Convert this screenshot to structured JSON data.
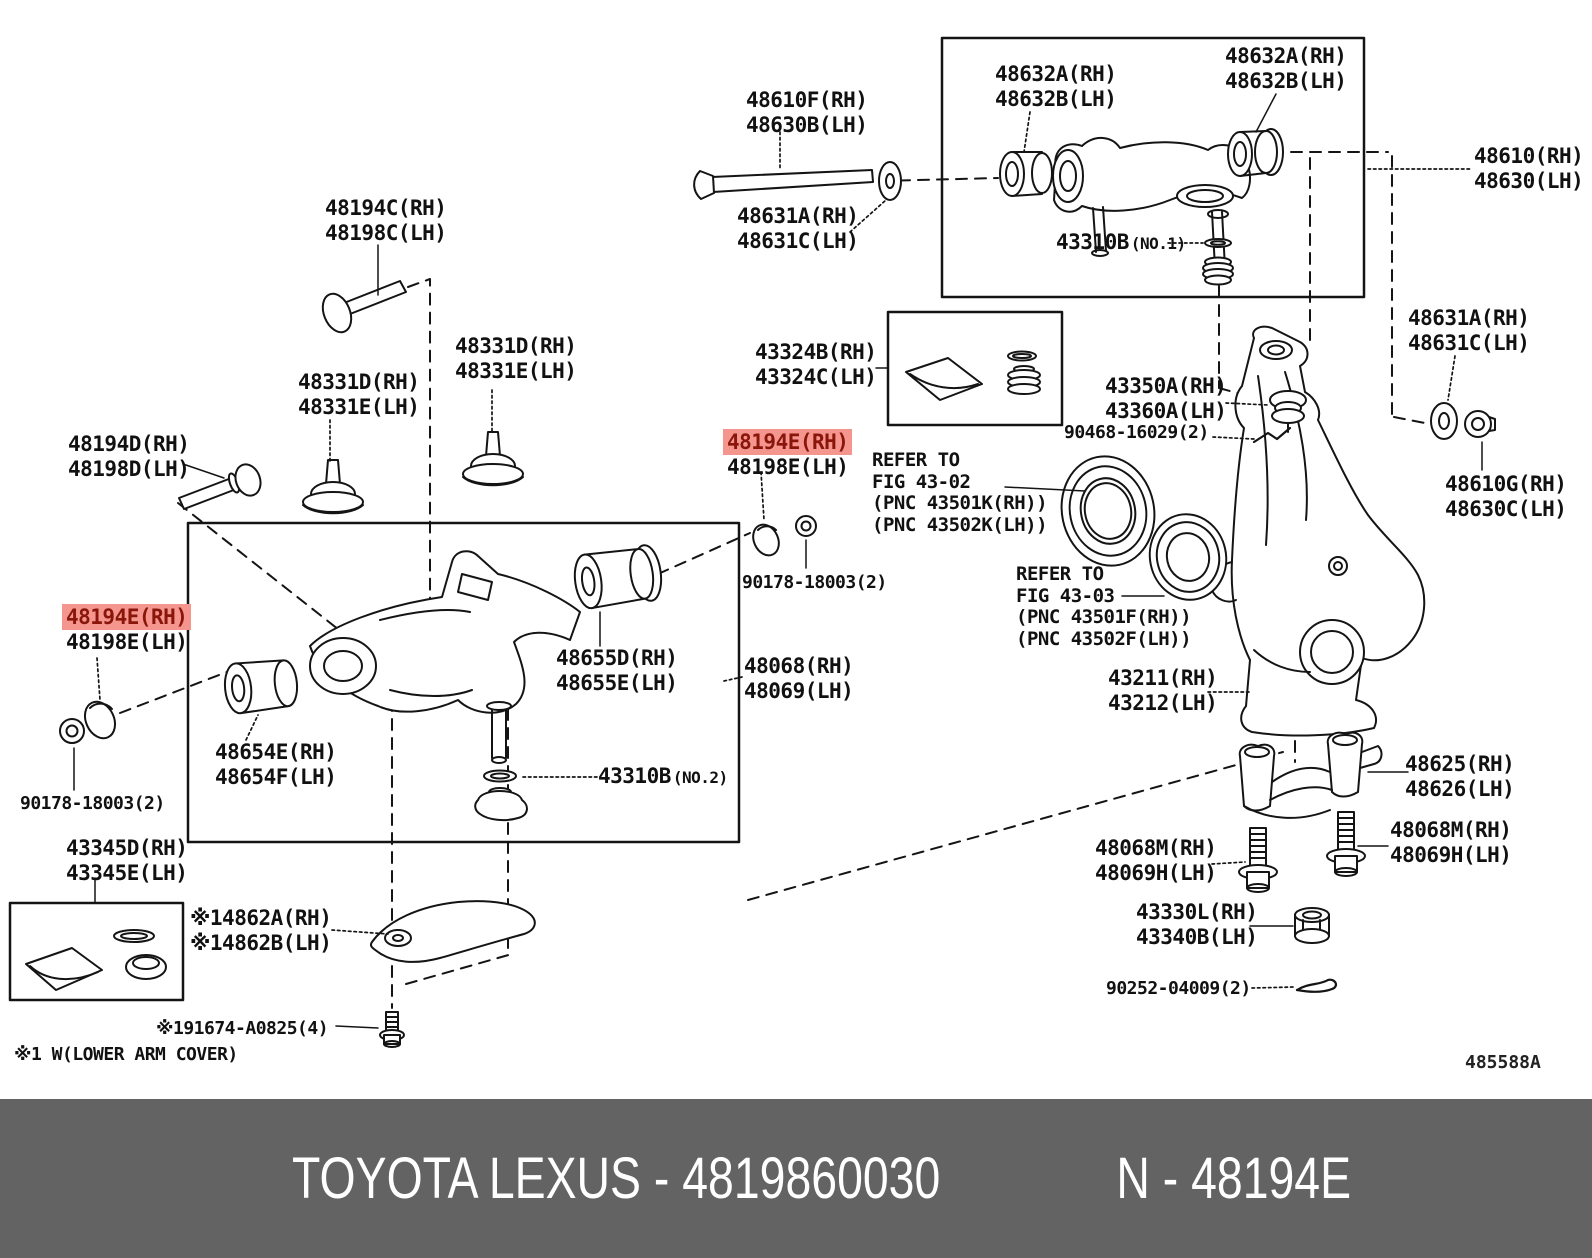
{
  "footer": {
    "brand_text": "TOYOTA LEXUS - 4819860030",
    "part_text": "N - 48194E"
  },
  "diagram_code": "485588A",
  "footnote": "※1 W(LOWER ARM COVER)",
  "colors": {
    "highlight_bg": "#f4968e",
    "highlight_text": "#8a150b",
    "banner": "#636363",
    "line": "#141414"
  },
  "labels": {
    "l48194C": {
      "lines": [
        "48194C(RH)",
        "48198C(LH)"
      ]
    },
    "l48331D_a": {
      "lines": [
        "48331D(RH)",
        "48331E(LH)"
      ]
    },
    "l48331D_b": {
      "lines": [
        "48331D(RH)",
        "48331E(LH)"
      ]
    },
    "l48194D": {
      "lines": [
        "48194D(RH)",
        "48198D(LH)"
      ]
    },
    "l48194E_left": {
      "lines": [
        "48194E(RH)",
        "48198E(LH)"
      ],
      "highlighted_line": 0
    },
    "l90178_left": {
      "lines": [
        "90178-18003(2)"
      ]
    },
    "l43345D": {
      "lines": [
        "43345D(RH)",
        "43345E(LH)"
      ]
    },
    "l48654E": {
      "lines": [
        "48654E(RH)",
        "48654F(LH)"
      ]
    },
    "l48655D": {
      "lines": [
        "48655D(RH)",
        "48655E(LH)"
      ]
    },
    "l43310B_no2": {
      "main": "43310B",
      "suffix": "(NO.2)"
    },
    "l14862": {
      "lines": [
        "※14862A(RH)",
        "※14862B(LH)"
      ]
    },
    "l191674": {
      "lines": [
        "※191674-A0825(4)"
      ]
    },
    "l48068": {
      "lines": [
        "48068(RH)",
        "48069(LH)"
      ]
    },
    "l48194E_mid": {
      "lines": [
        "48194E(RH)",
        "48198E(LH)"
      ],
      "highlighted_line": 0
    },
    "l90178_mid": {
      "lines": [
        "90178-18003(2)"
      ]
    },
    "l48610F": {
      "lines": [
        "48610F(RH)",
        "48630B(LH)"
      ]
    },
    "l48631A_top": {
      "lines": [
        "48631A(RH)",
        "48631C(LH)"
      ]
    },
    "l48632A_left": {
      "lines": [
        "48632A(RH)",
        "48632B(LH)"
      ]
    },
    "l48632A_right": {
      "lines": [
        "48632A(RH)",
        "48632B(LH)"
      ]
    },
    "l43310B_no1": {
      "main": "43310B",
      "suffix": "(NO.1)"
    },
    "l48610": {
      "lines": [
        "48610(RH)",
        "48630(LH)"
      ]
    },
    "l43324B": {
      "lines": [
        "43324B(RH)",
        "43324C(LH)"
      ]
    },
    "l43350A": {
      "lines": [
        "43350A(RH)",
        "43360A(LH)"
      ]
    },
    "l90468": {
      "lines": [
        "90468-16029(2)"
      ]
    },
    "refer1": {
      "lines": [
        "REFER TO",
        "FIG 43-02",
        "(PNC 43501K(RH))",
        "(PNC 43502K(LH))"
      ]
    },
    "refer2": {
      "lines": [
        "REFER TO",
        "FIG 43-03",
        "(PNC 43501F(RH))",
        "(PNC 43502F(LH))"
      ]
    },
    "l48631A_right": {
      "lines": [
        "48631A(RH)",
        "48631C(LH)"
      ]
    },
    "l48610G": {
      "lines": [
        "48610G(RH)",
        "48630C(LH)"
      ]
    },
    "l43211": {
      "lines": [
        "43211(RH)",
        "43212(LH)"
      ]
    },
    "l48625": {
      "lines": [
        "48625(RH)",
        "48626(LH)"
      ]
    },
    "l48068M_left": {
      "lines": [
        "48068M(RH)",
        "48069H(LH)"
      ]
    },
    "l48068M_right": {
      "lines": [
        "48068M(RH)",
        "48069H(LH)"
      ]
    },
    "l43330L": {
      "lines": [
        "43330L(RH)",
        "43340B(LH)"
      ]
    },
    "l90252": {
      "lines": [
        "90252-04009(2)"
      ]
    }
  }
}
